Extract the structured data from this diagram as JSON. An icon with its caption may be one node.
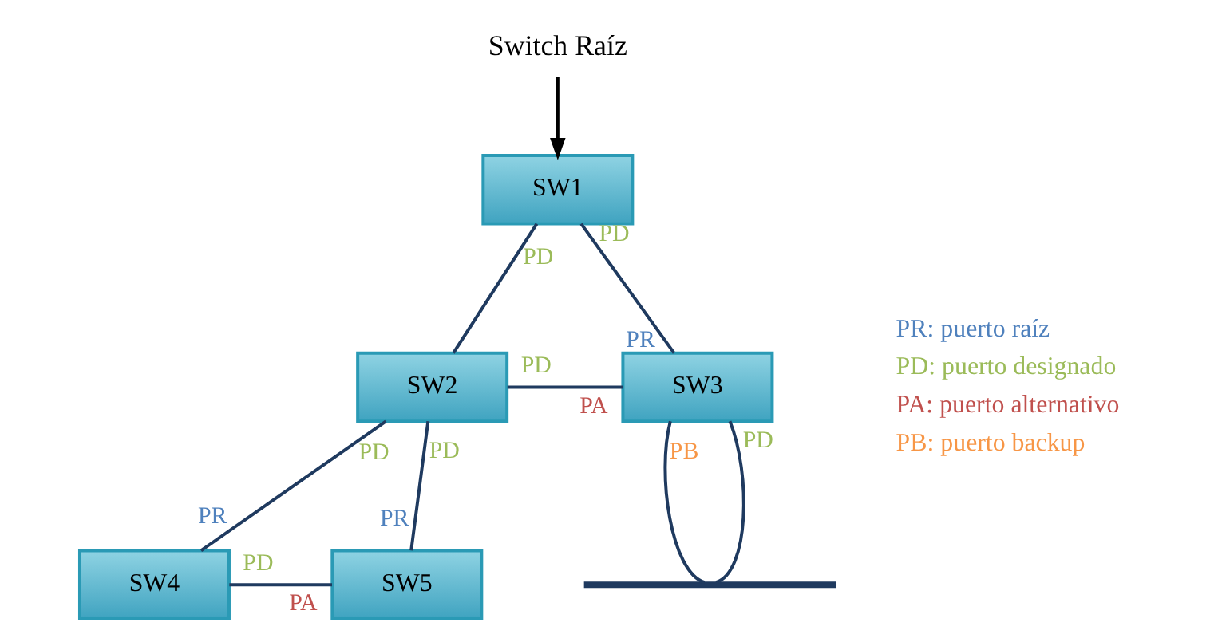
{
  "diagram": {
    "nodes": [
      {
        "text": [
          "Switch Raíz"
        ]
      },
      {
        "text": [
          "SW1"
        ]
      },
      {
        "text": [
          "SW2"
        ]
      },
      {
        "text": [
          "SW3"
        ]
      },
      {
        "text": [
          "SW4"
        ]
      },
      {
        "text": [
          "SW5"
        ]
      },
      {
        "text": [],
        "shape": "bar"
      }
    ],
    "edges": [
      {
        "from": 0,
        "to": 1,
        "arrow": "to",
        "color": "#000000"
      },
      {
        "from": 1,
        "to": 2,
        "arrow": "none"
      },
      {
        "from": 1,
        "to": 3,
        "arrow": "none"
      },
      {
        "from": 2,
        "to": 3,
        "arrow": "none"
      },
      {
        "from": 2,
        "to": 4,
        "arrow": "none"
      },
      {
        "from": 2,
        "to": 5,
        "arrow": "none"
      },
      {
        "from": 4,
        "to": 5,
        "arrow": "none"
      },
      {
        "from": 3,
        "to": 6,
        "arrow": "none"
      },
      {
        "from": 3,
        "to": 6,
        "arrow": "none"
      }
    ],
    "labels": [
      "PD",
      "PD",
      "PR",
      "PD",
      "PA",
      "PD",
      "PD",
      "PB",
      "PD",
      "PR",
      "PR",
      "PD",
      "PA"
    ],
    "legend": [
      {
        "text": "PR: puerto raíz",
        "color": "#4f81bd"
      },
      {
        "text": "PD: puerto designado",
        "color": "#9bbb59"
      },
      {
        "text": "PA: puerto alternativo",
        "color": "#c0504d"
      },
      {
        "text": "PB: puerto backup",
        "color": "#f79646"
      }
    ]
  }
}
